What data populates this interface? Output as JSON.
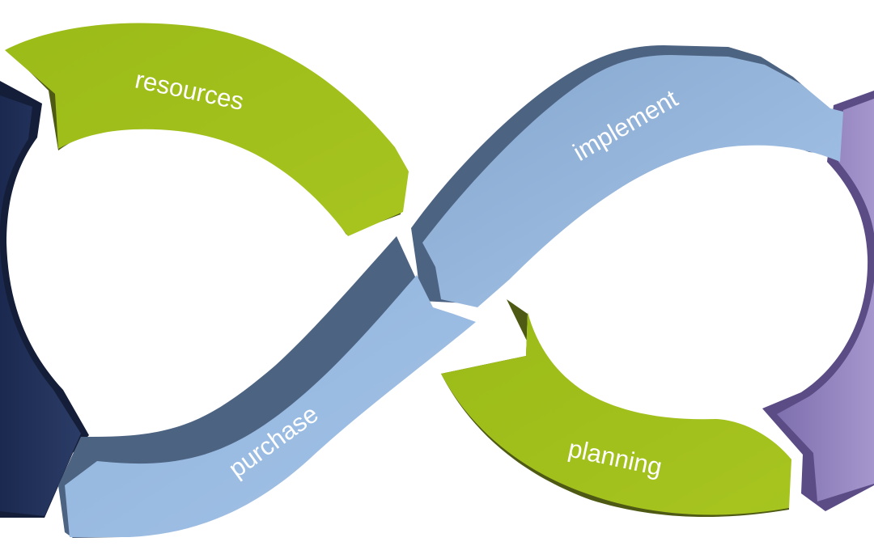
{
  "diagram": {
    "labels": {
      "resources": "resources",
      "implement": "implement",
      "purchase": "purchase",
      "planning": "planning"
    },
    "colors": {
      "green_top": "#A2C01A",
      "green_side": "#4E5A14",
      "blue_light_top": "#98BCE3",
      "blue_light_side": "#4D6382",
      "navy_top": "#233359",
      "navy_side": "#151E38",
      "purple_top": "#9D8EC5",
      "purple_side": "#5B4C86",
      "background": "#FFFFFF"
    }
  }
}
